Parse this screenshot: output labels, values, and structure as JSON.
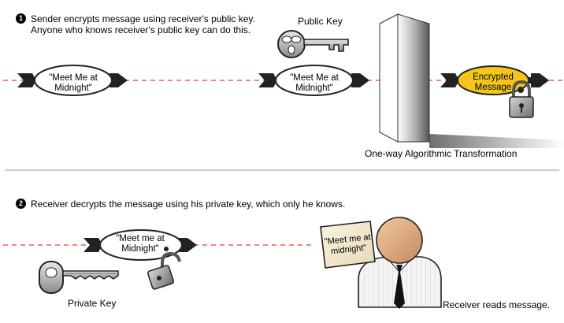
{
  "step1": {
    "number": "1",
    "line1": "Sender encrypts message using receiver's public key.",
    "line2": "Anyone who knows receiver's public key can do this."
  },
  "public_key_label": "Public Key",
  "message_original": {
    "line1": "\"Meet Me at",
    "line2": "Midnight\""
  },
  "message_encrypted": {
    "line1": "Encrypted",
    "line2": "Message"
  },
  "transformation_label": "One-way Algorithmic Transformation",
  "step2": {
    "number": "2",
    "line1": "Receiver decrypts the message using his private key, which only he knows."
  },
  "message_decrypted": {
    "line1": "\"Meet me at",
    "line2": "Midnight\""
  },
  "private_key_label": "Private Key",
  "note_message": {
    "line1": "\"Meet me at",
    "line2": "midnight\""
  },
  "receiver_label": "Receiver reads message.",
  "colors": {
    "dashed_line": "#e0402a",
    "encrypted_fill": "#f5c518",
    "separator": "#9a9a9a"
  }
}
